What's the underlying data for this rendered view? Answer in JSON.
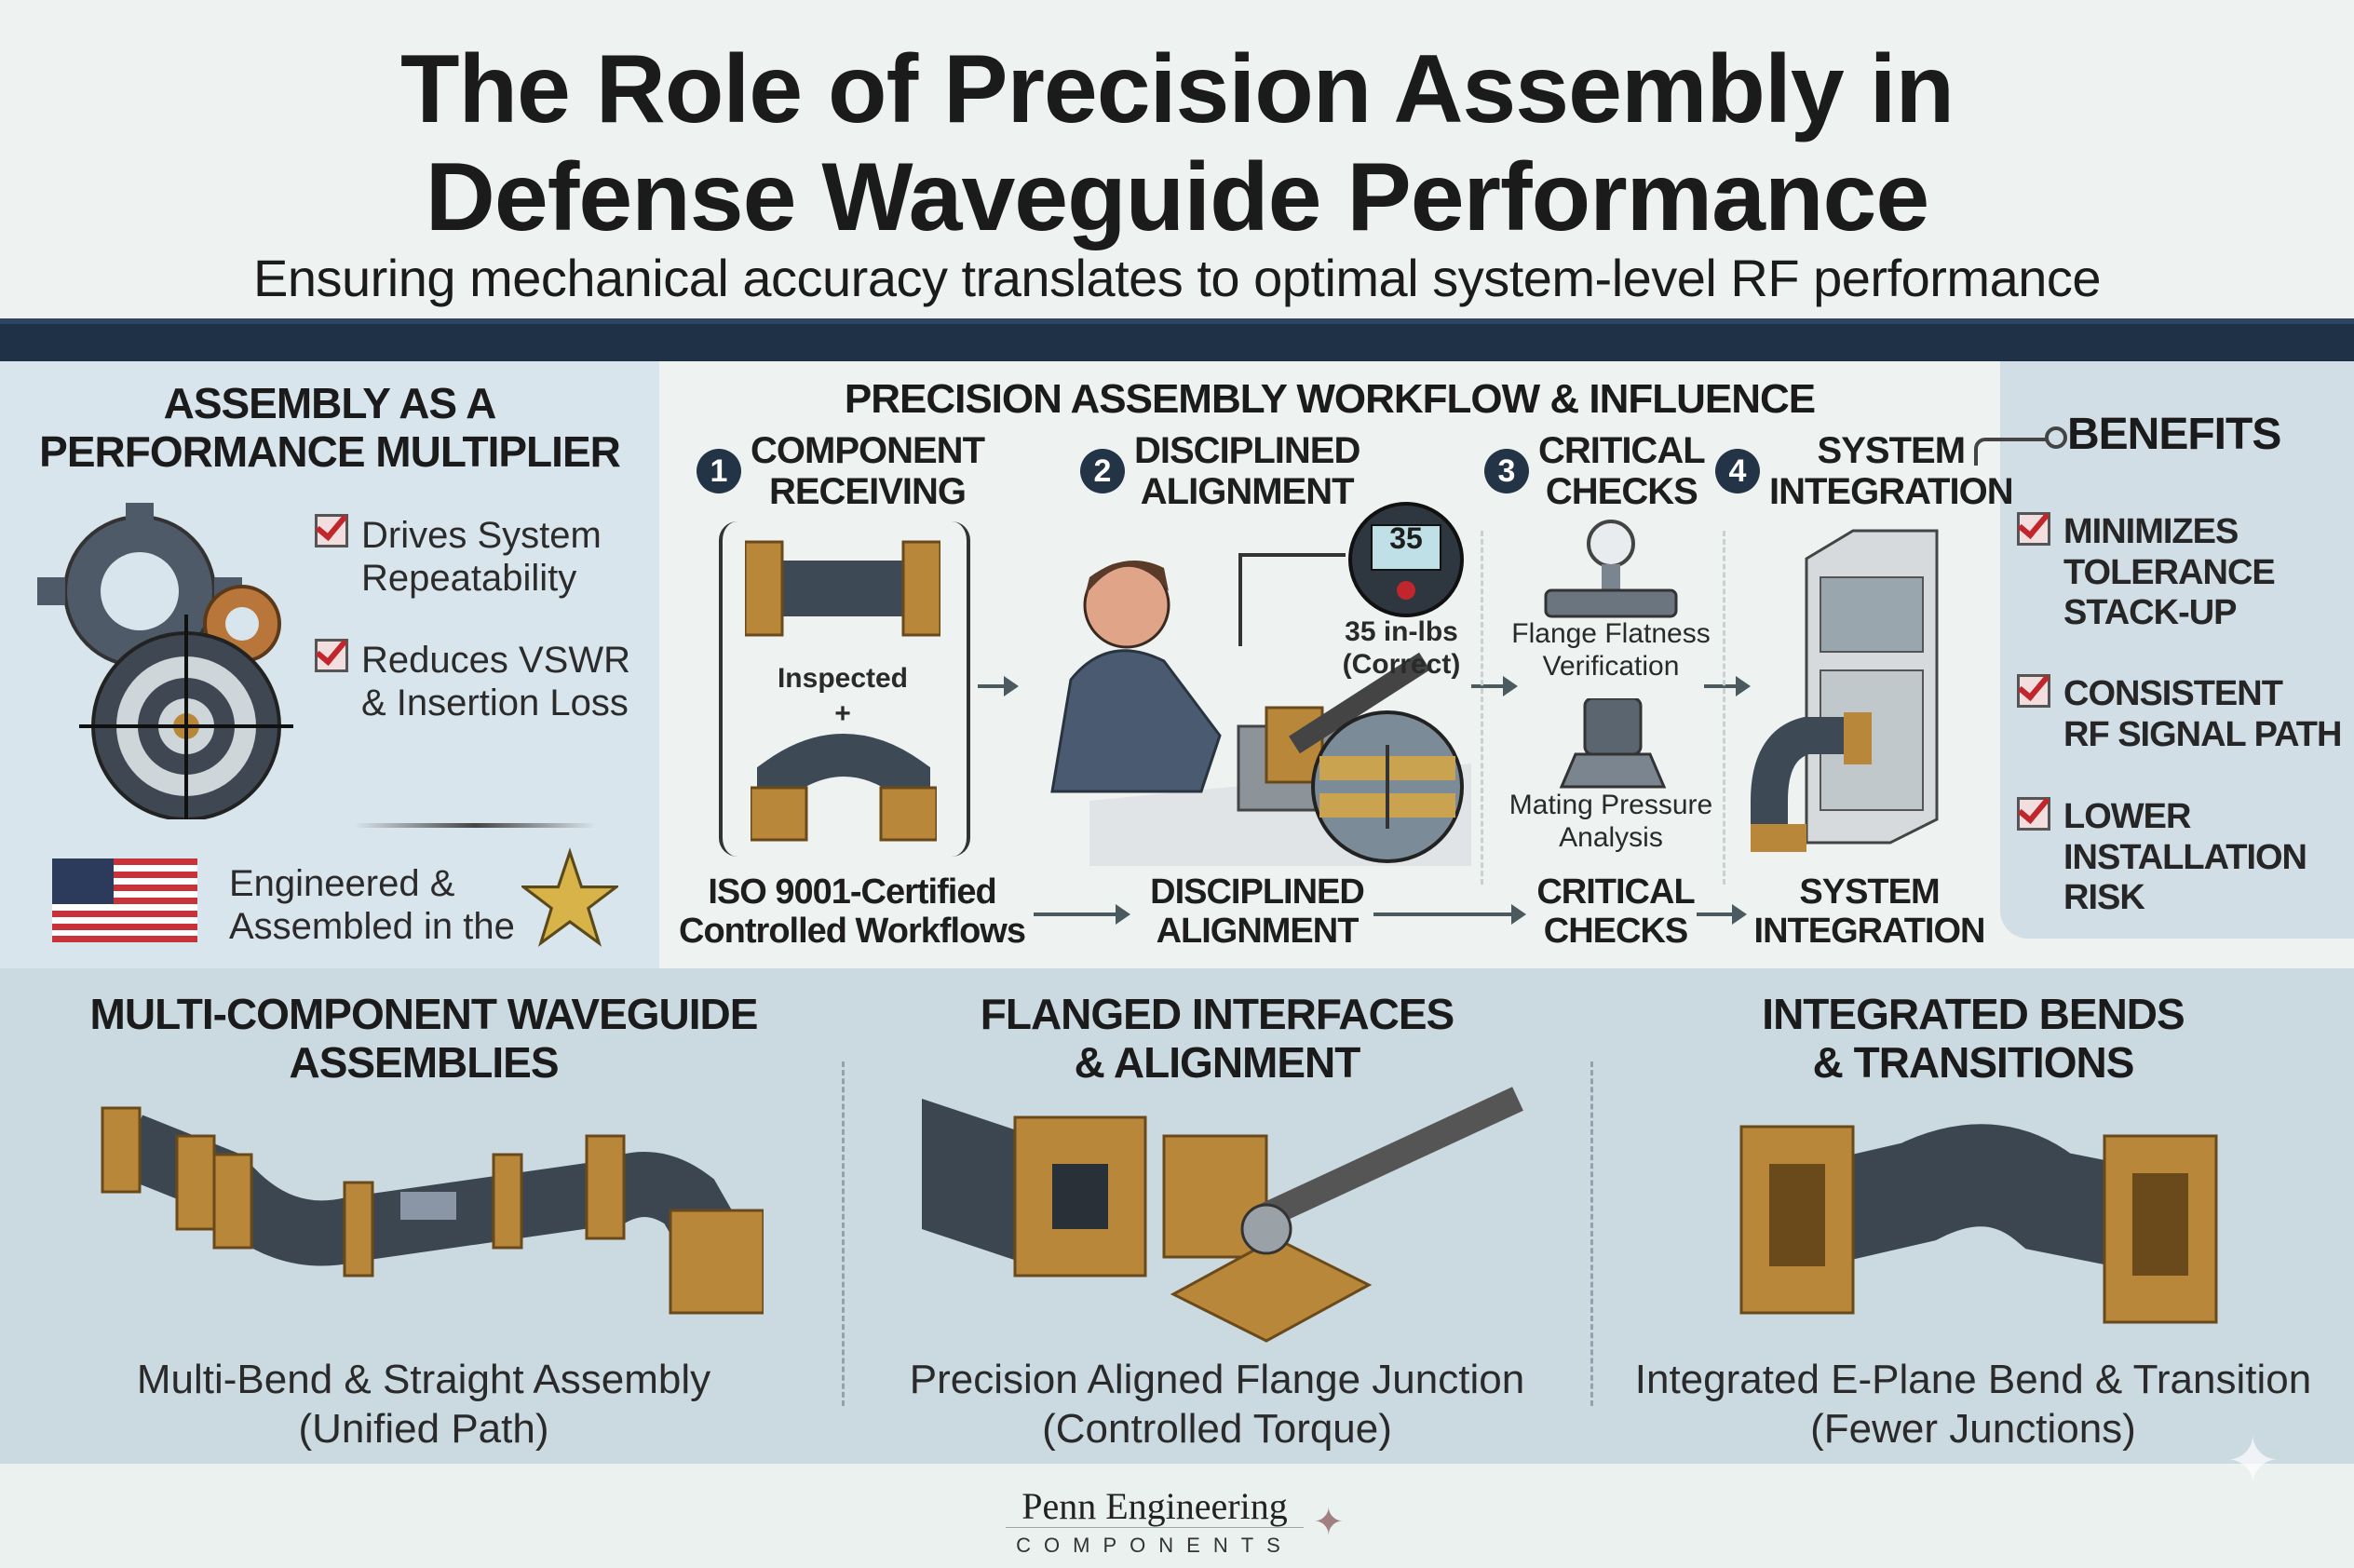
{
  "header": {
    "title_line1": "The Role of Precision Assembly in",
    "title_line2": "Defense Waveguide Performance",
    "subtitle": "Ensuring mechanical accuracy translates to optimal system-level RF performance"
  },
  "left_panel": {
    "heading_line1": "ASSEMBLY AS A",
    "heading_line2": "PERFORMANCE MULTIPLIER",
    "checks": [
      {
        "line1": "Drives System",
        "line2": "Repeatability"
      },
      {
        "line1": "Reduces VSWR",
        "line2": "& Insertion Loss"
      }
    ],
    "origin_line1": "Engineered &",
    "origin_line2": "Assembled in the"
  },
  "workflow": {
    "heading": "PRECISION ASSEMBLY WORKFLOW & INFLUENCE",
    "steps": [
      {
        "num": "1",
        "line1": "COMPONENT",
        "line2": "RECEIVING"
      },
      {
        "num": "2",
        "line1": "DISCIPLINED",
        "line2": "ALIGNMENT"
      },
      {
        "num": "3",
        "line1": "CRITICAL",
        "line2": "CHECKS"
      },
      {
        "num": "4",
        "line1": "SYSTEM",
        "line2": "INTEGRATION"
      }
    ],
    "inspected_label": "Inspected",
    "plus": "+",
    "torque_display": "35",
    "torque_line1": "35 in-lbs",
    "torque_line2": "(Correct)",
    "flatness_line1": "Flange Flatness",
    "flatness_line2": "Verification",
    "pressure_line1": "Mating Pressure",
    "pressure_line2": "Analysis",
    "flow": [
      {
        "line1": "ISO 9001-Certified",
        "line2": "Controlled Workflows"
      },
      {
        "line1": "DISCIPLINED",
        "line2": "ALIGNMENT"
      },
      {
        "line1": "CRITICAL",
        "line2": "CHECKS"
      },
      {
        "line1": "SYSTEM",
        "line2": "INTEGRATION"
      }
    ]
  },
  "benefits": {
    "heading": "BENEFITS",
    "items": [
      {
        "line1": "MINIMIZES",
        "line2": "TOLERANCE",
        "line3": "STACK-UP"
      },
      {
        "line1": "CONSISTENT",
        "line2": "RF SIGNAL PATH",
        "line3": ""
      },
      {
        "line1": "LOWER",
        "line2": "INSTALLATION",
        "line3": "RISK"
      }
    ]
  },
  "bottom": [
    {
      "heading1": "MULTI-COMPONENT WAVEGUIDE",
      "heading2": "ASSEMBLIES",
      "cap1": "Multi-Bend & Straight Assembly",
      "cap2": "(Unified Path)"
    },
    {
      "heading1": "FLANGED INTERFACES",
      "heading2": "& ALIGNMENT",
      "cap1": "Precision Aligned Flange Junction",
      "cap2": "(Controlled Torque)"
    },
    {
      "heading1": "INTEGRATED BENDS",
      "heading2": "& TRANSITIONS",
      "cap1": "Integrated E-Plane Bend & Transition",
      "cap2": "(Fewer Junctions)"
    }
  ],
  "footer": {
    "brand": "Penn Engineering",
    "brand_sub": "COMPONENTS"
  },
  "colors": {
    "navy": "#1f3146",
    "gold": "#b8873a",
    "steel": "#4a5560",
    "check_red": "#c0262c"
  }
}
